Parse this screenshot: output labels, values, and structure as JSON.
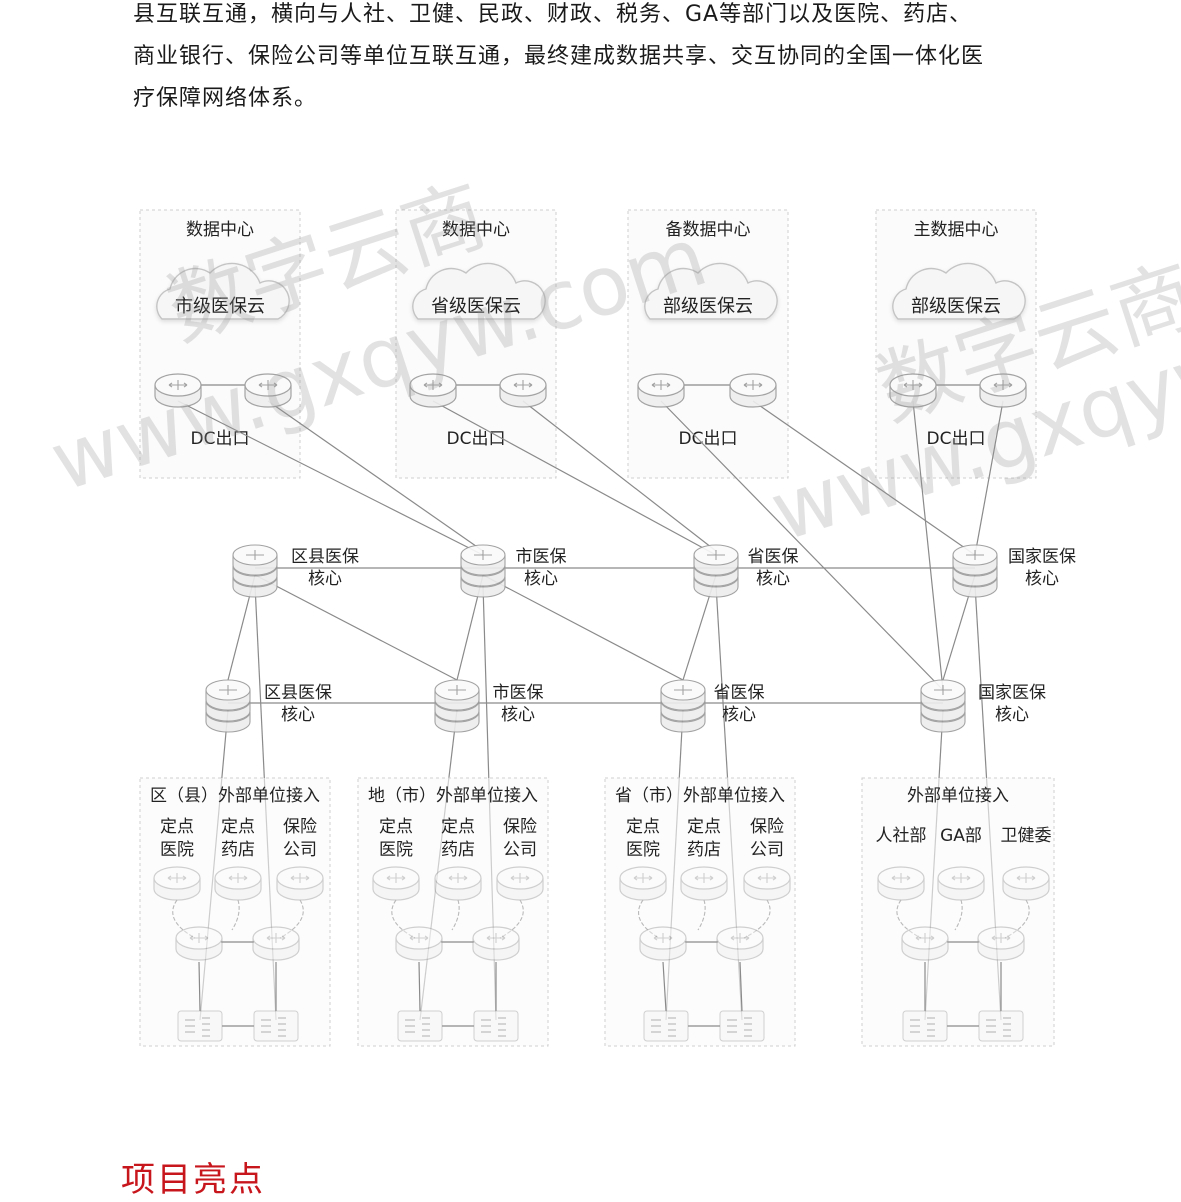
{
  "paragraph": {
    "lines": [
      "县互联互通，横向与人社、卫健、民政、财政、税务、GA等部门以及医院、药店、",
      "商业银行、保险公司等单位互联互通，最终建成数据共享、交互协同的全国一体化医",
      "疗保障网络体系。"
    ]
  },
  "diagram": {
    "dc_panels": [
      {
        "title": "数据中心",
        "cloud": "市级医保云",
        "exit": "DC出口"
      },
      {
        "title": "数据中心",
        "cloud": "省级医保云",
        "exit": "DC出口"
      },
      {
        "title": "备数据中心",
        "cloud": "部级医保云",
        "exit": "DC出口"
      },
      {
        "title": "主数据中心",
        "cloud": "部级医保云",
        "exit": "DC出口"
      }
    ],
    "core_row1": [
      {
        "line1": "区县医保",
        "line2": "核心"
      },
      {
        "line1": "市医保",
        "line2": "核心"
      },
      {
        "line1": "省医保",
        "line2": "核心"
      },
      {
        "line1": "国家医保",
        "line2": "核心"
      }
    ],
    "core_row2": [
      {
        "line1": "区县医保",
        "line2": "核心"
      },
      {
        "line1": "市医保",
        "line2": "核心"
      },
      {
        "line1": "省医保",
        "line2": "核心"
      },
      {
        "line1": "国家医保",
        "line2": "核心"
      }
    ],
    "access_panels": [
      {
        "title": "区（县）外部单位接入",
        "units": [
          [
            "定点",
            "医院"
          ],
          [
            "定点",
            "药店"
          ],
          [
            "保险",
            "公司"
          ]
        ]
      },
      {
        "title": "地（市）外部单位接入",
        "units": [
          [
            "定点",
            "医院"
          ],
          [
            "定点",
            "药店"
          ],
          [
            "保险",
            "公司"
          ]
        ]
      },
      {
        "title": "省（市）外部单位接入",
        "units": [
          [
            "定点",
            "医院"
          ],
          [
            "定点",
            "药店"
          ],
          [
            "保险",
            "公司"
          ]
        ]
      },
      {
        "title": "外部单位接入",
        "units": [
          [
            "人社部"
          ],
          [
            "GA部"
          ],
          [
            "卫健委"
          ]
        ]
      }
    ]
  },
  "section_heading": "项目亮点",
  "watermark": {
    "cn": "数字云商",
    "url": "www.gxqyw.com"
  },
  "colors": {
    "heading": "#c8161d",
    "line": "#8a8a8a",
    "panel_border": "#cfcfcf"
  }
}
